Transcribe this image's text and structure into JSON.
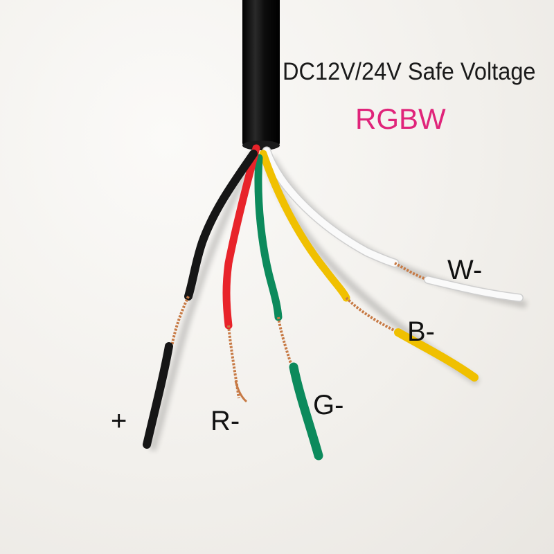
{
  "header": {
    "title": "DC12V/24V Safe Voltage",
    "subtitle": "RGBW",
    "subtitle_color": "#e0247a"
  },
  "wires": [
    {
      "label": "+",
      "color": "#161616"
    },
    {
      "label": "R-",
      "color": "#e8232a"
    },
    {
      "label": "G-",
      "color": "#0c8a5c"
    },
    {
      "label": "B-",
      "color": "#f0c000"
    },
    {
      "label": "W-",
      "color": "#fafafa"
    }
  ],
  "cable_color": "#111111",
  "copper_color": "#c77a45"
}
